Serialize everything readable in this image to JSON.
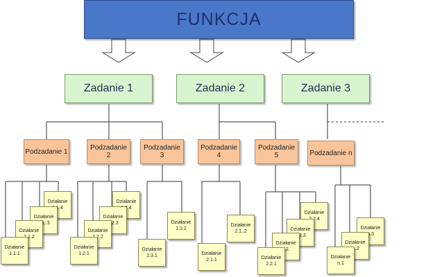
{
  "function": {
    "label": "FUNKCJA"
  },
  "tasks": [
    {
      "label": "Zadanie 1"
    },
    {
      "label": "Zadanie 2"
    },
    {
      "label": "Zadanie 3"
    }
  ],
  "subtasks": [
    {
      "label": "Podzadanie 1"
    },
    {
      "label": "Podzadanie 2"
    },
    {
      "label": "Podzadanie 3"
    },
    {
      "label": "Podzadanie 4"
    },
    {
      "label": "Podzadanie 5"
    },
    {
      "label": "Podzadanie n"
    }
  ],
  "actions": [
    {
      "title": "Działanie",
      "code": "1.1.4"
    },
    {
      "title": "Działanie",
      "code": "1.1..3"
    },
    {
      "title": "Działanie",
      "code": "1.1.2"
    },
    {
      "title": "Działanie",
      "code": "1.1.1"
    },
    {
      "title": "Działanie",
      "code": "1.2.4"
    },
    {
      "title": "Działanie",
      "code": "1.2.3"
    },
    {
      "title": "Działanie",
      "code": "1.2.2"
    },
    {
      "title": "Działanie",
      "code": "1.2.1"
    },
    {
      "title": "Działanie",
      "code": "1.3.2"
    },
    {
      "title": "Działanie",
      "code": "1.3.1"
    },
    {
      "title": "Działanie",
      "code": "2.1..2"
    },
    {
      "title": "Działanie",
      "code": "2.1.1"
    },
    {
      "title": "Działanie",
      "code": "2.2.4"
    },
    {
      "title": "Działanie",
      "code": "2.2.3"
    },
    {
      "title": "Działanie",
      "code": "2.2."
    },
    {
      "title": "Działanie",
      "code": "2.2.1"
    },
    {
      "title": "Działanie",
      "code": "n.3"
    },
    {
      "title": "Działanie",
      "code": "n..2"
    },
    {
      "title": "Działanie",
      "code": "n.1"
    }
  ]
}
